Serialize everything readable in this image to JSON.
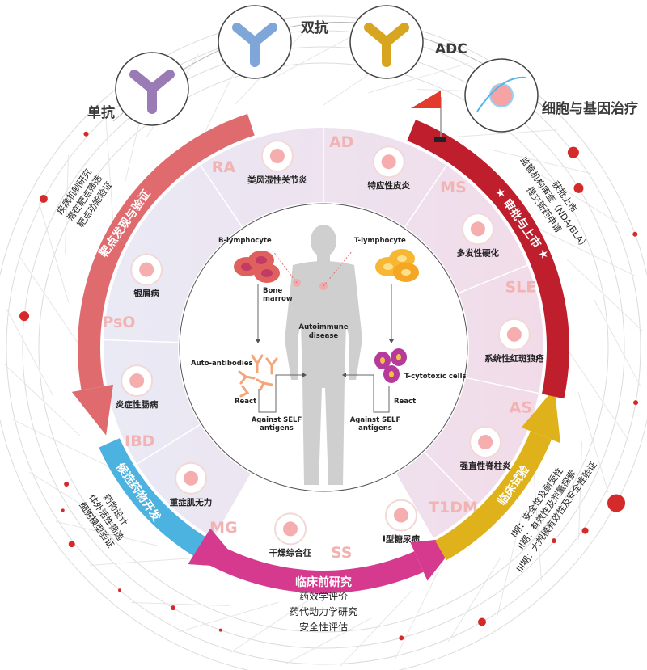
{
  "modalities": [
    {
      "id": "mab",
      "label": "单抗",
      "icon": "monoclonal-antibody-icon",
      "color": "#9b7bb5"
    },
    {
      "id": "bsab",
      "label": "双抗",
      "icon": "bispecific-antibody-icon",
      "color": "#7ea6d8"
    },
    {
      "id": "adc",
      "label": "ADC",
      "icon": "antibody-drug-conjugate-icon",
      "color": "#d8a520"
    },
    {
      "id": "cgt",
      "label": "细胞与基因治疗",
      "icon": "cell-gene-therapy-icon",
      "color": "#e87a80"
    }
  ],
  "stages": [
    {
      "id": "target",
      "label": "靶点发现与验证",
      "color": "#e06b6e",
      "sub": [
        "靶点功能验证",
        "潜在靶点筛选",
        "疾病机制研究"
      ]
    },
    {
      "id": "candidate",
      "label": "候选药物开发",
      "color": "#4cb2df",
      "sub": [
        "药物设计",
        "体外活性筛选",
        "细胞模型验证"
      ]
    },
    {
      "id": "preclinical",
      "label": "临床前研究",
      "color": "#d63a8e",
      "sub": [
        "药效学评价",
        "药代动力学研究",
        "安全性评估"
      ]
    },
    {
      "id": "clinical",
      "label": "临床试验",
      "color": "#dfb21c",
      "sub": [
        "I期：安全性及耐受性",
        "II期：有效性及剂量探索",
        "III期：大规模有效性及安全性验证"
      ]
    },
    {
      "id": "approval",
      "label": "★ 审批与上市 ★",
      "color": "#bf1e2d",
      "sub": [
        "提交新药申请",
        "监管机构审查（NDA/BLA）",
        "获批上市"
      ]
    }
  ],
  "diseases": [
    {
      "abbr": "RA",
      "name": "类风湿性关节炎",
      "icon": "hand-joint-icon"
    },
    {
      "abbr": "AD",
      "name": "特应性皮炎",
      "icon": "itchy-skin-person-icon"
    },
    {
      "abbr": "MS",
      "name": "多发性硬化",
      "icon": "brain-icon"
    },
    {
      "abbr": "SLE",
      "name": "系统性红斑狼疮",
      "icon": "face-rash-icon"
    },
    {
      "abbr": "AS",
      "name": "强直性脊柱炎",
      "icon": "spine-pain-icon"
    },
    {
      "abbr": "T1DM",
      "name": "I型糖尿病",
      "icon": "pancreatic-islet-icon"
    },
    {
      "abbr": "SS",
      "name": "干燥综合征",
      "icon": "skin-layer-icon"
    },
    {
      "abbr": "MG",
      "name": "重症肌无力",
      "icon": "neuron-icon"
    },
    {
      "abbr": "IBD",
      "name": "炎症性肠病",
      "icon": "intestine-icon"
    },
    {
      "abbr": "PsO",
      "name": "银屑病",
      "icon": "skin-hair-icon"
    }
  ],
  "center": {
    "b_lymphocyte": "B-lymphocyte",
    "t_lymphocyte": "T-lymphocyte",
    "bone_marrow_1": "Bone",
    "bone_marrow_2": "marrow",
    "disease_1": "Autoimmune",
    "disease_2": "disease",
    "auto_antibodies": "Auto-antibodies",
    "t_cytotoxic": "T-cytotoxic cells",
    "react_left": "React",
    "react_right": "React",
    "against_left_1": "Against SELF",
    "against_left_2": "antigens",
    "against_right_1": "Against SELF",
    "against_right_2": "antigens"
  },
  "colors": {
    "ring_fill": "#f3e4ef",
    "ring_fill_left": "#ece9f4",
    "abbr": "#f2b3b3",
    "dot": "#d42a2a",
    "b_cell": "#e0605e",
    "t_cell": "#f5a623",
    "tc_cell": "#b63a9a",
    "antibody": "#f4a57a",
    "body": "#c9c9c9"
  }
}
